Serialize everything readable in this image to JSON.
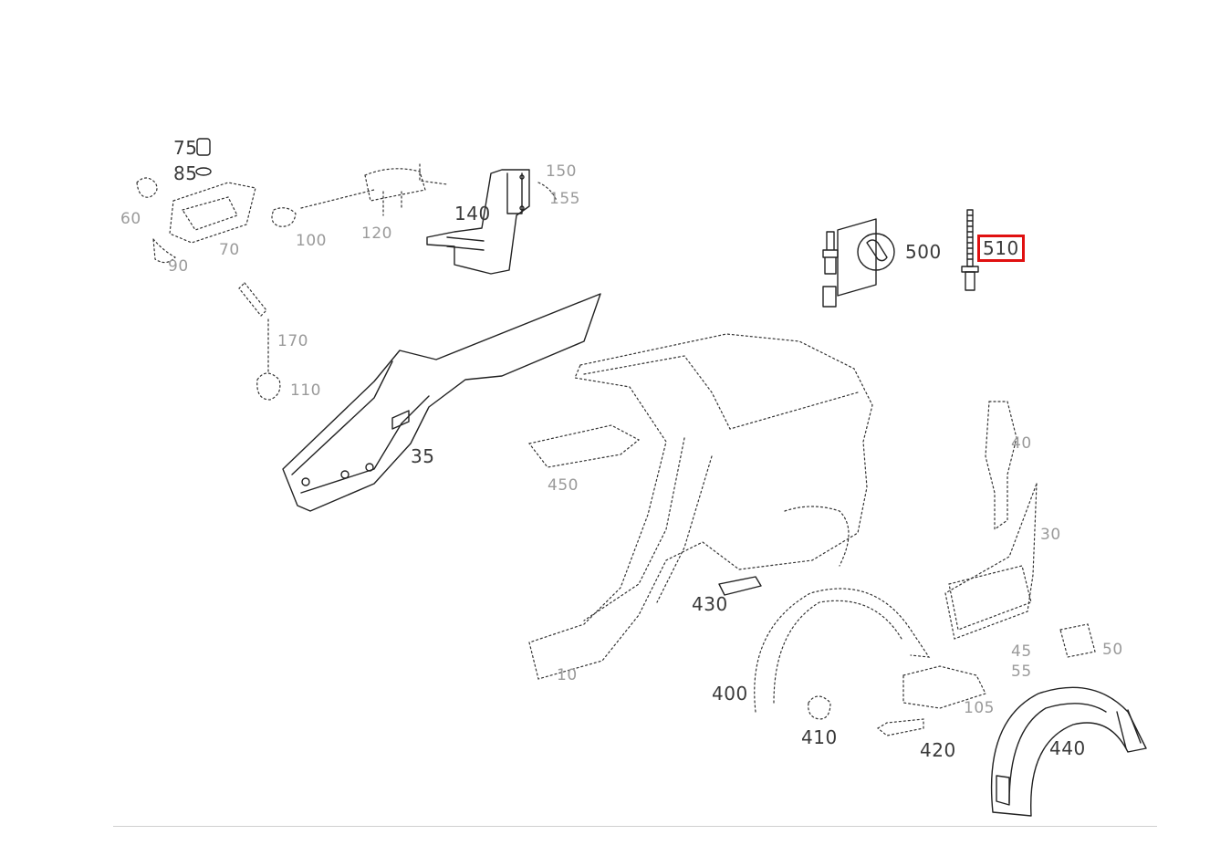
{
  "colors": {
    "line": "#222222",
    "label": "#3a3a3a",
    "highlight": "#e01010"
  },
  "icons": {
    "service": "wrench-icon"
  },
  "labels": {
    "p75": "75",
    "p85": "85",
    "p140": "140",
    "p35": "35",
    "p430": "430",
    "p400": "400",
    "p410": "410",
    "p420": "420",
    "p440": "440",
    "p500": "500",
    "p510": "510",
    "p60": "60",
    "p90": "90",
    "p70": "70",
    "p100": "100",
    "p120": "120",
    "p150": "150",
    "p155": "155",
    "p170": "170",
    "p110": "110",
    "p450": "450",
    "p10": "10",
    "p40": "40",
    "p30": "30",
    "p105": "105",
    "p50": "50",
    "p45": "45",
    "p55": "55"
  },
  "highlighted_part": "510"
}
